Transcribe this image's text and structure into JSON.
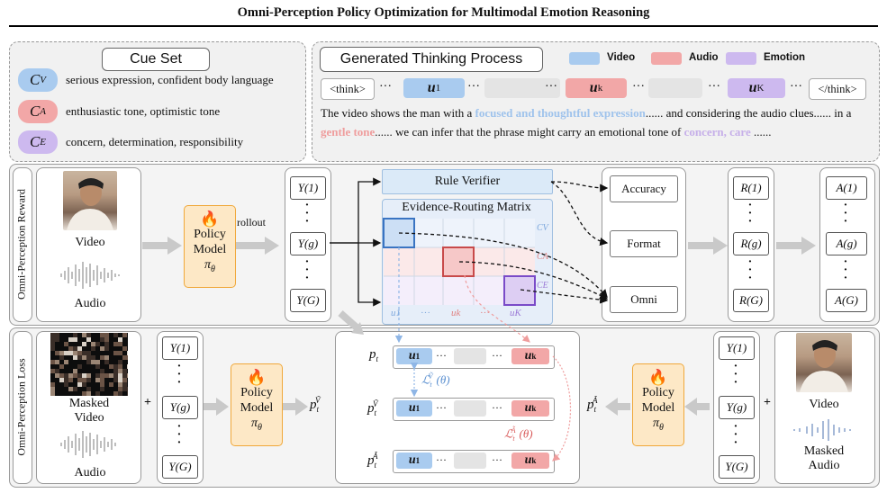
{
  "title": "Omni-Perception Policy Optimization for Multimodal Emotion Reasoning",
  "cue_set": {
    "heading": "Cue Set",
    "items": [
      {
        "sym": "C",
        "sub": "V",
        "text": "serious expression, confident body language",
        "color": "#a9cbef"
      },
      {
        "sym": "C",
        "sub": "A",
        "text": "enthusiastic tone, optimistic tone",
        "color": "#f2a7a7"
      },
      {
        "sym": "C",
        "sub": "E",
        "text": "concern, determination, responsibility",
        "color": "#cdb9ef"
      }
    ]
  },
  "thinking": {
    "heading": "Generated Thinking Process",
    "legend": [
      {
        "label": "Video",
        "color": "#a9cbef"
      },
      {
        "label": "Audio",
        "color": "#f2a7a7"
      },
      {
        "label": "Emotion",
        "color": "#cdb9ef"
      }
    ],
    "open_tag": "<think>",
    "close_tag": "</think>",
    "dots": "···",
    "tokens": {
      "u1": "u",
      "u1_sub": "1",
      "uk": "u",
      "uk_sub": "k",
      "uK": "u",
      "uK_sub": "K"
    },
    "para": {
      "p1": "The video shows the man with a ",
      "h1": "focused and thoughtful expression",
      "p2": "...... and considering the audio clues...... in a ",
      "h2": "gentle tone",
      "p3": "...... we can infer that the phrase might carry an emotional tone of ",
      "h3": "concern, care",
      "p4": " ......"
    }
  },
  "reward": {
    "side_label": "Omni-Perception Reward",
    "video_label": "Video",
    "audio_label": "Audio",
    "policy": {
      "line1": "Policy",
      "line2": "Model",
      "line3": "π",
      "sub": "θ"
    },
    "rollout": "rollout",
    "y_labels": [
      "Y(1)",
      "Y(g)",
      "Y(G)"
    ],
    "rule_verifier": "Rule Verifier",
    "matrix_title": "Evidence-Routing Matrix",
    "matrix_rows": [
      "CV",
      "CA",
      "CE"
    ],
    "matrix_cols": [
      "u1",
      "···",
      "uk",
      "···",
      "uK"
    ],
    "outputs": [
      "Accuracy",
      "Format",
      "Omni"
    ],
    "r_labels": [
      "R(1)",
      "R(g)",
      "R(G)"
    ],
    "a_labels": [
      "A(1)",
      "A(g)",
      "A(G)"
    ]
  },
  "loss": {
    "side_label": "Omni-Perception Loss",
    "masked_video_label": [
      "Masked",
      "Video"
    ],
    "audio_label": "Audio",
    "video_label": "Video",
    "masked_audio_label": [
      "Masked",
      "Audio"
    ],
    "plus": "+",
    "p_v": "p",
    "p_v_sup": "Ṽ",
    "p_a": "p",
    "p_a_sup": "Ã",
    "center": {
      "p_t": "p",
      "p_t_sub": "t",
      "loss_v": "ℒ",
      "loss_v_sup": "Ṽ",
      "loss_v_sub": "t",
      "loss_v_arg": "(θ)",
      "loss_a": "ℒ",
      "loss_a_sup": "Ã",
      "loss_a_sub": "t",
      "loss_a_arg": "(θ)"
    }
  },
  "colors": {
    "video": "#a9cbef",
    "audio": "#f2a7a7",
    "emotion": "#cdb9ef",
    "policy_fill": "#fde8c6",
    "policy_border": "#f0a83a"
  }
}
